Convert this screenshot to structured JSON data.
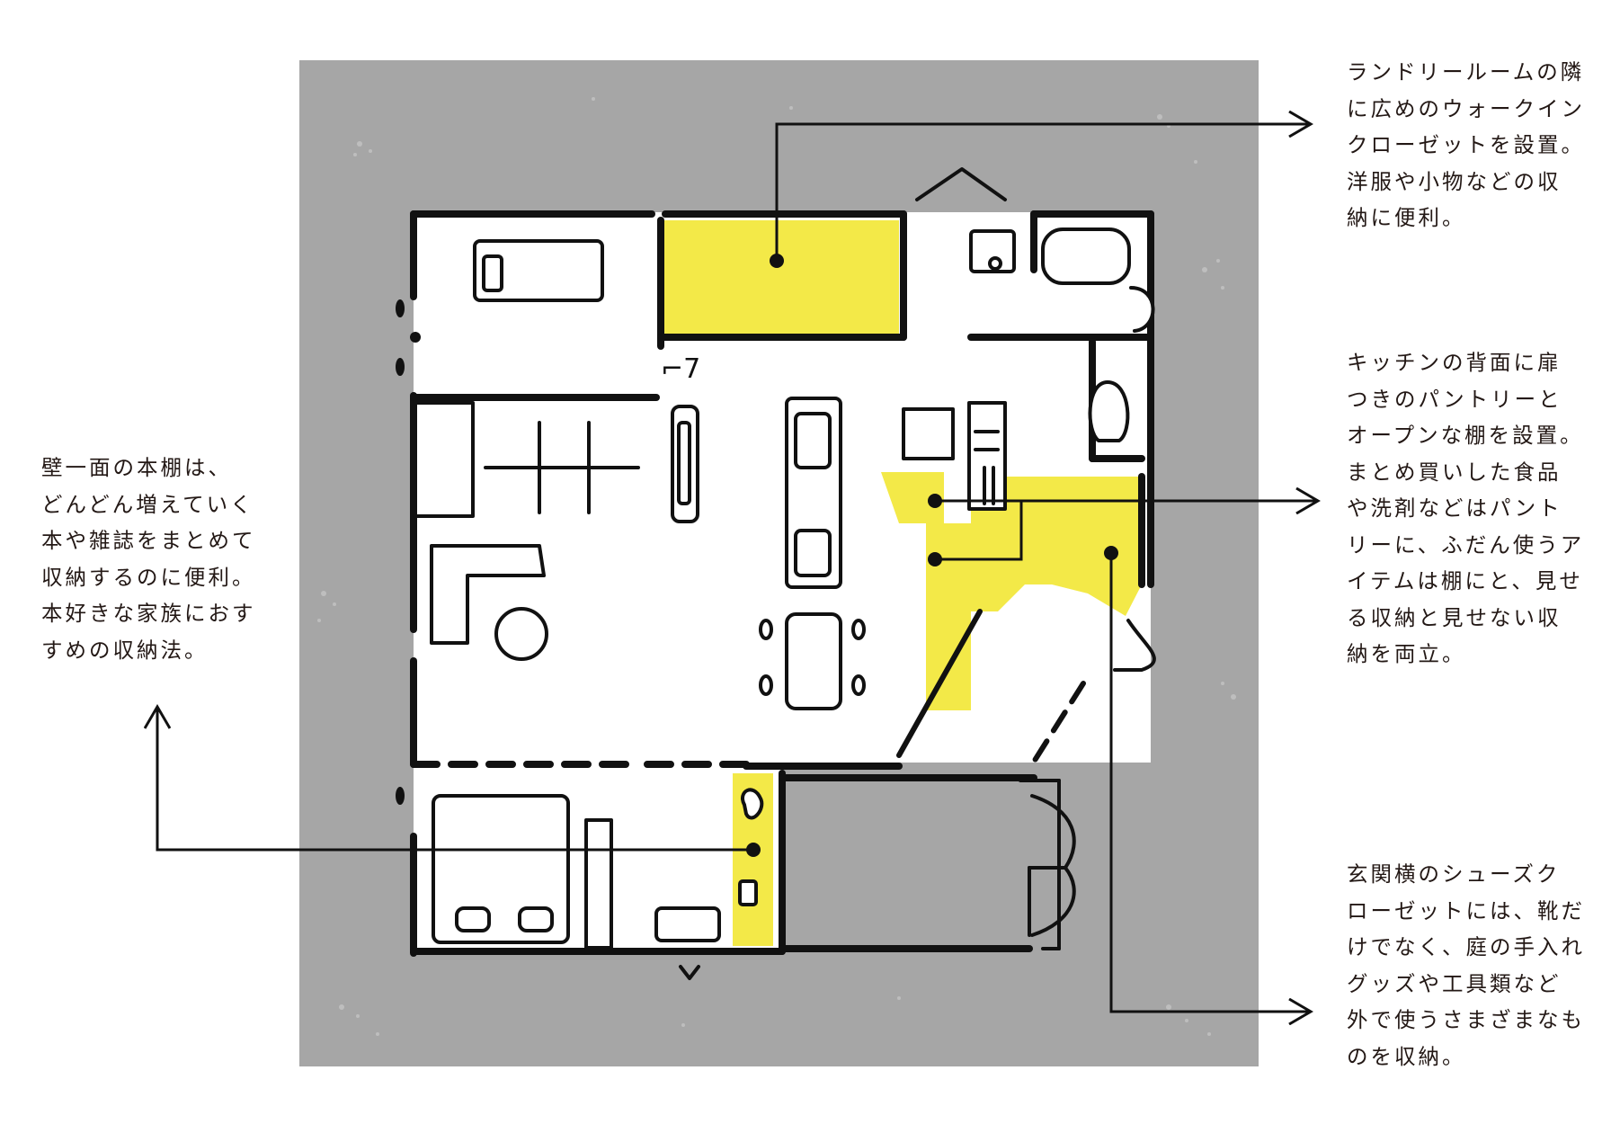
{
  "colors": {
    "background": "#ffffff",
    "floorplan_backdrop": "#a6a6a6",
    "floor": "#ffffff",
    "walls_and_lines": "#111111",
    "storage_highlight": "#f3e948",
    "text": "#231815"
  },
  "annotations": {
    "walk_in_closet": {
      "lines": [
        "ランドリールームの隣",
        "に広めのウォークイン",
        "クローゼットを設置。",
        "洋服や小物などの収",
        "納に便利。"
      ]
    },
    "pantry": {
      "lines": [
        "キッチンの背面に扉",
        "つきのパントリーと",
        "オープンな棚を設置。",
        "まとめ買いした食品",
        "や洗剤などはパント",
        "リーに、ふだん使うア",
        "イテムは棚にと、見せ",
        "る収納と見せない収",
        "納を両立。"
      ]
    },
    "bookshelf": {
      "lines": [
        "壁一面の本棚は、",
        "どんどん増えていく",
        "本や雑誌をまとめて",
        "収納するのに便利。",
        "本好きな家族におす",
        "すめの収納法。"
      ]
    },
    "shoe_closet": {
      "lines": [
        "玄関横のシューズク",
        "ローゼットには、靴だ",
        "けでなく、庭の手入れ",
        "グッズや工具類など",
        "外で使うさまざまなも",
        "のを収納。"
      ]
    }
  },
  "icons": [
    "arrow-right-icon",
    "arrow-up-icon",
    "callout-dot-icon"
  ]
}
